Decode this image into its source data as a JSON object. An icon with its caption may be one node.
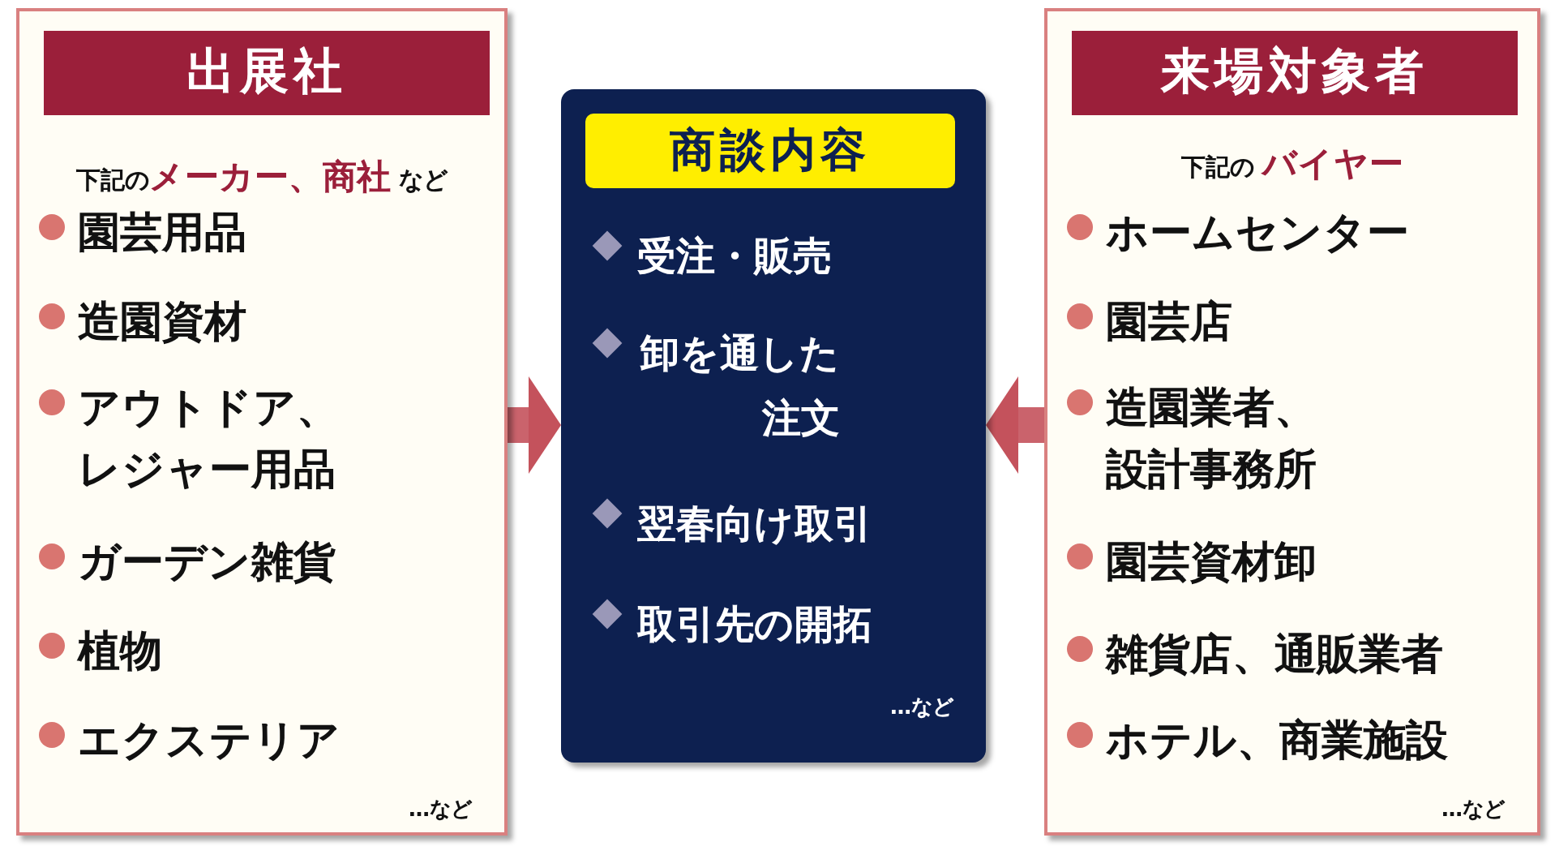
{
  "diagram": {
    "nodes": [
      {
        "text": [
          "出展社",
          "下記の**メーカー、商社** など",
          "園芸用品",
          "造園資材",
          "アウトドア、レジャー用品",
          "ガーデン雑貨",
          "植物",
          "エクステリア",
          "…など"
        ]
      },
      {
        "text": [
          "商談内容",
          "受注・販売",
          "卸を通した注文",
          "翌春向け取引",
          "取引先の開拓",
          "…など"
        ]
      },
      {
        "text": [
          "来場対象者",
          "下記の **バイヤー**",
          "ホームセンター",
          "園芸店",
          "造園業者、設計事務所",
          "園芸資材卸",
          "雑貨店、通販業者",
          "ホテル、商業施設",
          "…など"
        ]
      }
    ],
    "edges": [
      {
        "from": 0,
        "to": 1,
        "arrow": "to"
      },
      {
        "from": 2,
        "to": 1,
        "arrow": "to"
      }
    ]
  }
}
